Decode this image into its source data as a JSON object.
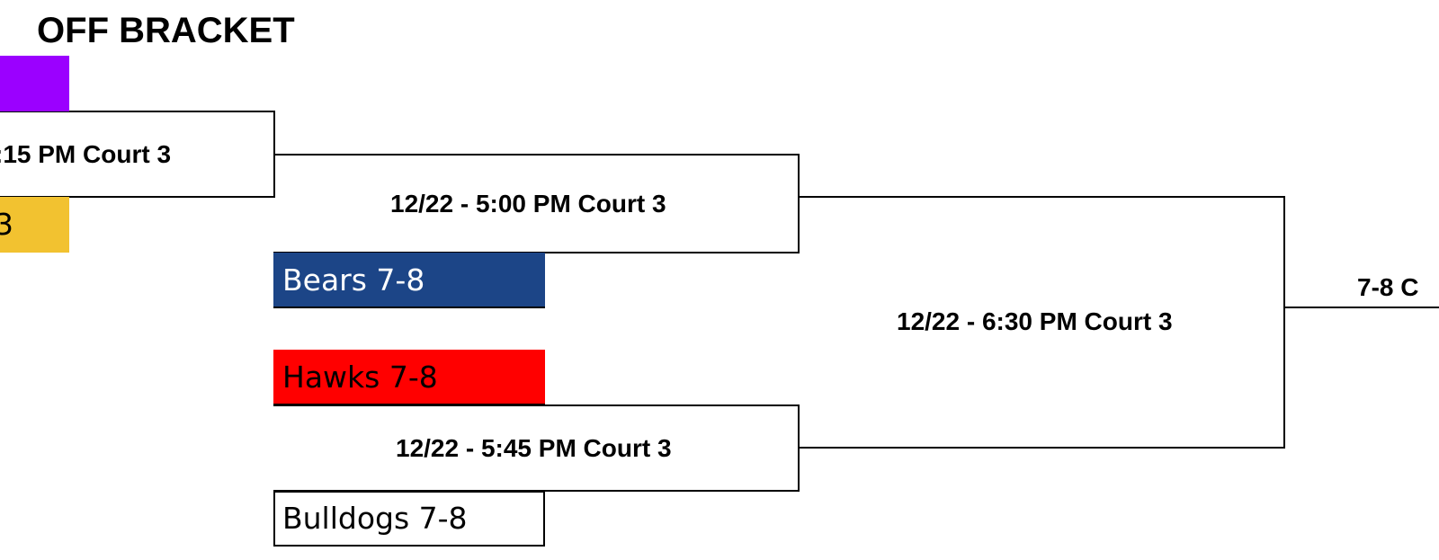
{
  "header": {
    "title": "OFF BRACKET"
  },
  "teams": {
    "top_left_purple": "",
    "top_left_yellow": "3",
    "bears": "Bears 7-8",
    "hawks": "Hawks 7-8",
    "bulldogs": "Bulldogs 7-8"
  },
  "games": {
    "first_round_top": ":15 PM Court 3",
    "semifinal_top": "12/22 - 5:00 PM Court 3",
    "semifinal_bottom": "12/22 - 5:45 PM Court 3",
    "final": "12/22 - 6:30 PM Court 3",
    "championship_label": "7-8 C"
  },
  "colors": {
    "purple": "#9b00ff",
    "yellow": "#f2c230",
    "bears_blue": "#1c4587",
    "hawks_red": "#ff0000"
  }
}
